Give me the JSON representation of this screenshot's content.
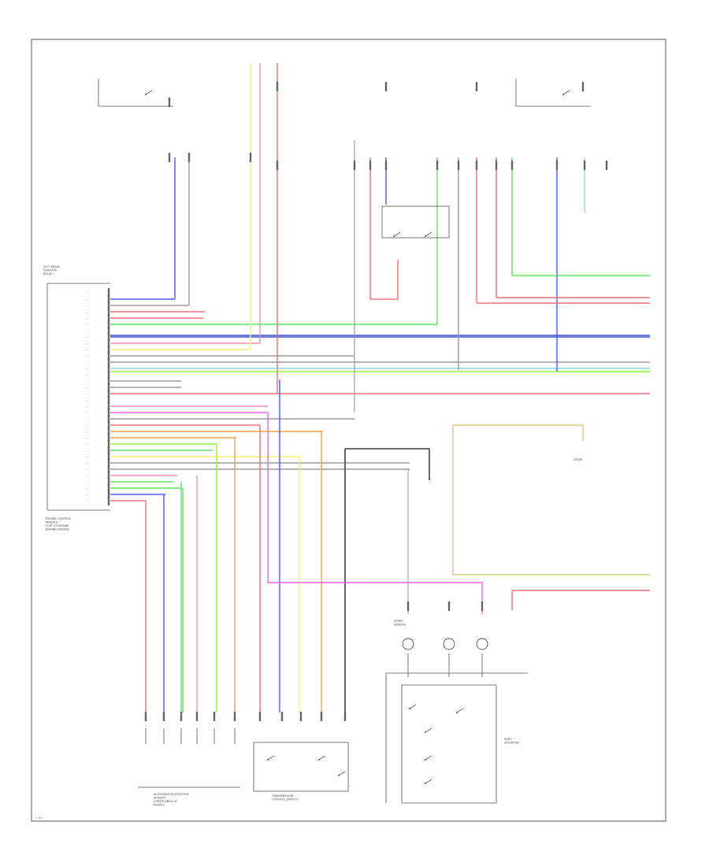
{
  "colors": {
    "border": "#555555",
    "wire_gray": "#9a9a9a",
    "blue": "#4a5cf0",
    "red": "#f07070",
    "pink": "#f590b0",
    "yellow": "#f6f07a",
    "green": "#66dd66",
    "lime": "#9cf03c",
    "dark_blue": "#3d4fc8",
    "orange": "#f4a14a",
    "magenta": "#ee66ee",
    "light_blue": "#8cdcf0",
    "tan": "#d8c882",
    "dark_gray": "#555555",
    "black": "#222222"
  },
  "labels": {
    "ecm_text": [
      "ENGINE CONTROL",
      "MODULE",
      "(TOP OF ENGINE",
      "BEHIND ENGINE)"
    ],
    "ecm_side_text": [
      "(ECT BRAKE",
      "CONTROL",
      "RELAY)"
    ],
    "transmission_text": [
      "TRANSMISSION",
      "CONTROL SWITCH"
    ],
    "accelerator_text": [
      "ACCELERATOR POSITION",
      "SENSOR",
      "(UPPER AREA OF",
      "PEDAL)"
    ],
    "speed_sensor_text": [
      "SPEED",
      "SENSOR"
    ],
    "diode_text": [
      "DIODE"
    ],
    "shift_text": [
      "SHIFT",
      "SOLENOID"
    ],
    "page_ref": "1 of 1"
  }
}
